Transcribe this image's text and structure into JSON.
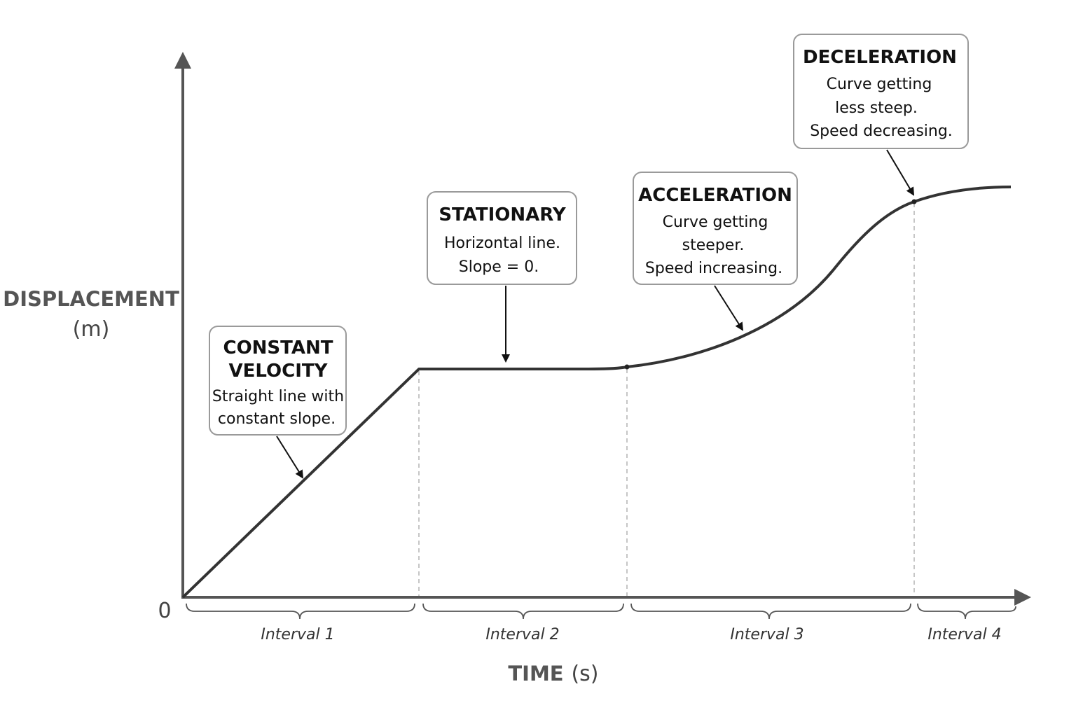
{
  "axes": {
    "y_label": "DISPLACEMENT",
    "y_unit": "(m)",
    "x_label": "TIME",
    "x_unit": "(s)",
    "origin": "0"
  },
  "intervals": [
    "Interval 1",
    "Interval 2",
    "Interval 3",
    "Interval 4"
  ],
  "callouts": {
    "constant_velocity": {
      "title1": "CONSTANT",
      "title2": "VELOCITY",
      "line1": "Straight line with",
      "line2": "constant slope."
    },
    "stationary": {
      "title": "STATIONARY",
      "line1": "Horizontal line.",
      "line2": "Slope = 0."
    },
    "acceleration": {
      "title": "ACCELERATION",
      "line1": "Curve getting",
      "line2": "steeper.",
      "line3": "Speed increasing."
    },
    "deceleration": {
      "title": "DECELERATION",
      "line1": "Curve getting",
      "line2": "less steep.",
      "line3": "Speed decreasing."
    }
  },
  "colors": {
    "axis": "#555555",
    "curve": "#333333"
  }
}
